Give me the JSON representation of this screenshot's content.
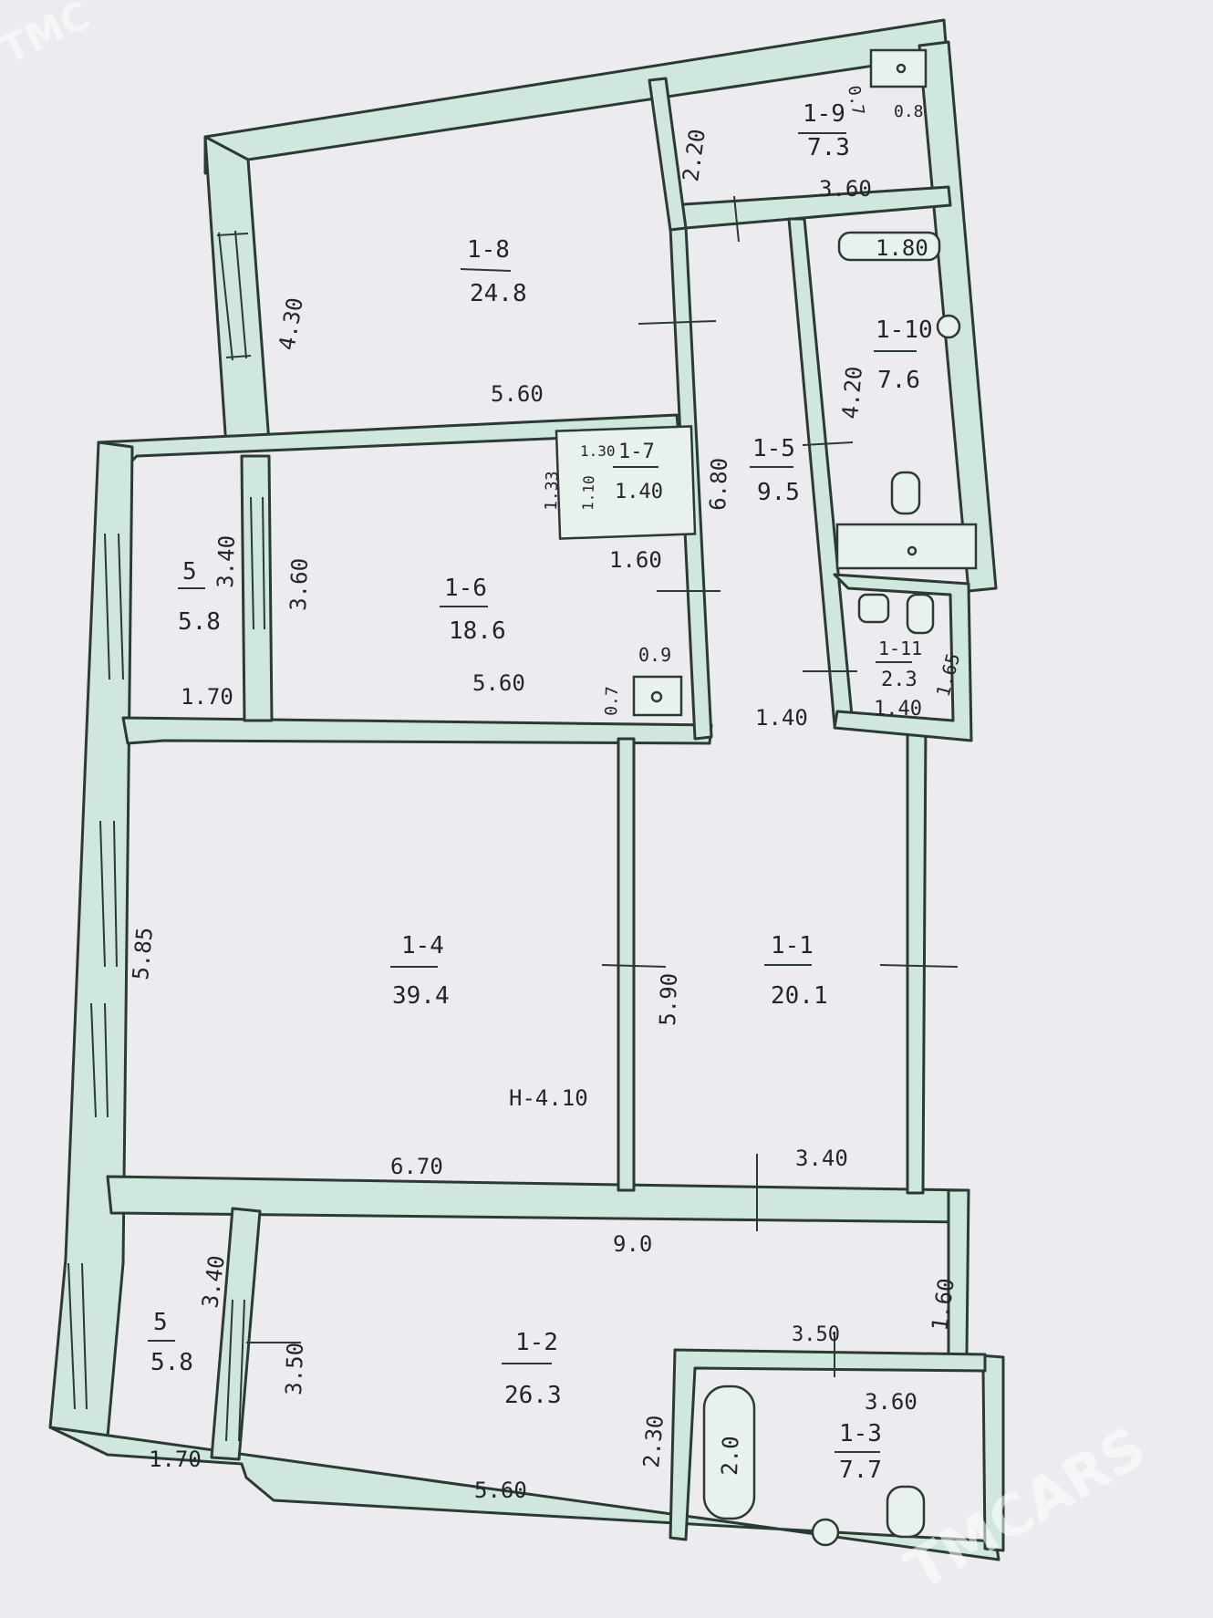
{
  "watermark": {
    "top": "TMC",
    "bottom": "TMCARS"
  },
  "rooms": {
    "r1_8": {
      "id": "1-8",
      "area": "24.8"
    },
    "r1_9": {
      "id": "1-9",
      "area": "7.3"
    },
    "r1_10": {
      "id": "1-10",
      "area": "7.6"
    },
    "r1_5": {
      "id": "1-5",
      "area": "9.5"
    },
    "r1_7": {
      "id": "1-7",
      "area": "1.40"
    },
    "r1_6": {
      "id": "1-6",
      "area": "18.6"
    },
    "rS_top": {
      "id": "5",
      "area": "5.8"
    },
    "r1_11": {
      "id": "1-11",
      "area": "2.3"
    },
    "r1_4": {
      "id": "1-4",
      "area": "39.4"
    },
    "r1_1": {
      "id": "1-1",
      "area": "20.1"
    },
    "rS_bottom": {
      "id": "5",
      "area": "5.8"
    },
    "r1_2": {
      "id": "1-2",
      "area": "26.3"
    },
    "r1_3": {
      "id": "1-3",
      "area": "7.7"
    }
  },
  "dims": {
    "d8_height": "4.30",
    "d8_width": "5.60",
    "d9_height": "2.20",
    "d9_width": "3.60",
    "d9_shaft_a": "0.7",
    "d9_shaft_b": "0.8",
    "d10_bath": "1.80",
    "d10_height": "4.20",
    "d5_height": "6.80",
    "d7_a": "1.30",
    "d7_b": "1.33",
    "d7_c": "1.10",
    "d7_width": "1.60",
    "dS_top_a": "3.40",
    "dS_top_b": "3.60",
    "dS_top_width": "1.70",
    "d6_width": "5.60",
    "d6_shaft_a": "0.9",
    "d6_shaft_b": "0.7",
    "d11_width": "1.40",
    "d11_height": "1.65",
    "d_corridor": "1.40",
    "d4_height": "5.85",
    "d4_width": "6.70",
    "d4_ceiling": "H-4.10",
    "d1_height": "5.90",
    "d1_width": "3.40",
    "d_hall_len": "9.0",
    "d_hall_w": "1.60",
    "dS_bot_a": "3.40",
    "dS_bot_b": "3.50",
    "dS_bot_width": "1.70",
    "d2_width": "5.60",
    "d2_inner": "3.50",
    "d2_height": "2.30",
    "d3_width": "3.60",
    "d3_bath": "2.0"
  }
}
